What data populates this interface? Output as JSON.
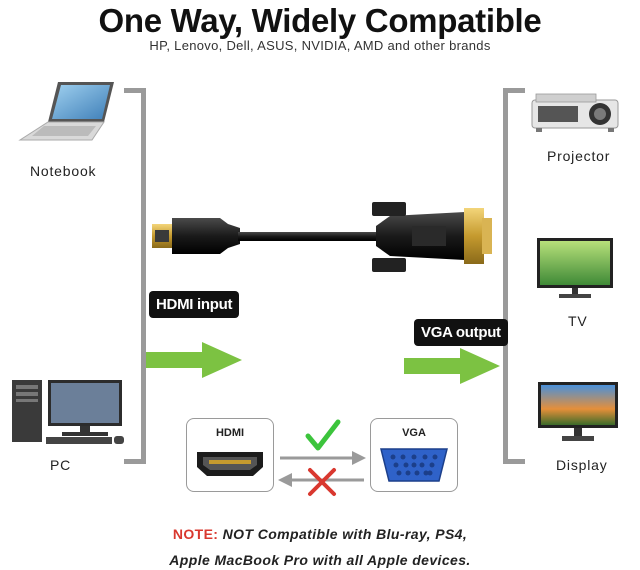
{
  "header": {
    "title": "One Way, Widely Compatible",
    "subtitle": "HP, Lenovo, Dell, ASUS, NVIDIA, AMD and other brands"
  },
  "sources": [
    {
      "label": "Notebook",
      "icon": "laptop-icon"
    },
    {
      "label": "PC",
      "icon": "desktop-pc-icon"
    }
  ],
  "outputs": [
    {
      "label": "Projector",
      "icon": "projector-icon"
    },
    {
      "label": "TV",
      "icon": "tv-icon"
    },
    {
      "label": "Display",
      "icon": "monitor-icon"
    }
  ],
  "cable": {
    "input_label": "HDMI input",
    "output_label": "VGA output"
  },
  "ports": {
    "hdmi_label": "HDMI",
    "vga_label": "VGA"
  },
  "note": {
    "prefix": "NOTE:",
    "line1": "NOT Compatible with Blu-ray, PS4,",
    "line2": "Apple MacBook Pro with all Apple devices."
  },
  "colors": {
    "arrow_green": "#7cc242",
    "check_green": "#3cc43c",
    "cross_red": "#d9382f",
    "bracket_gray": "#9a9a9a",
    "vga_blue": "#2f62c9"
  }
}
